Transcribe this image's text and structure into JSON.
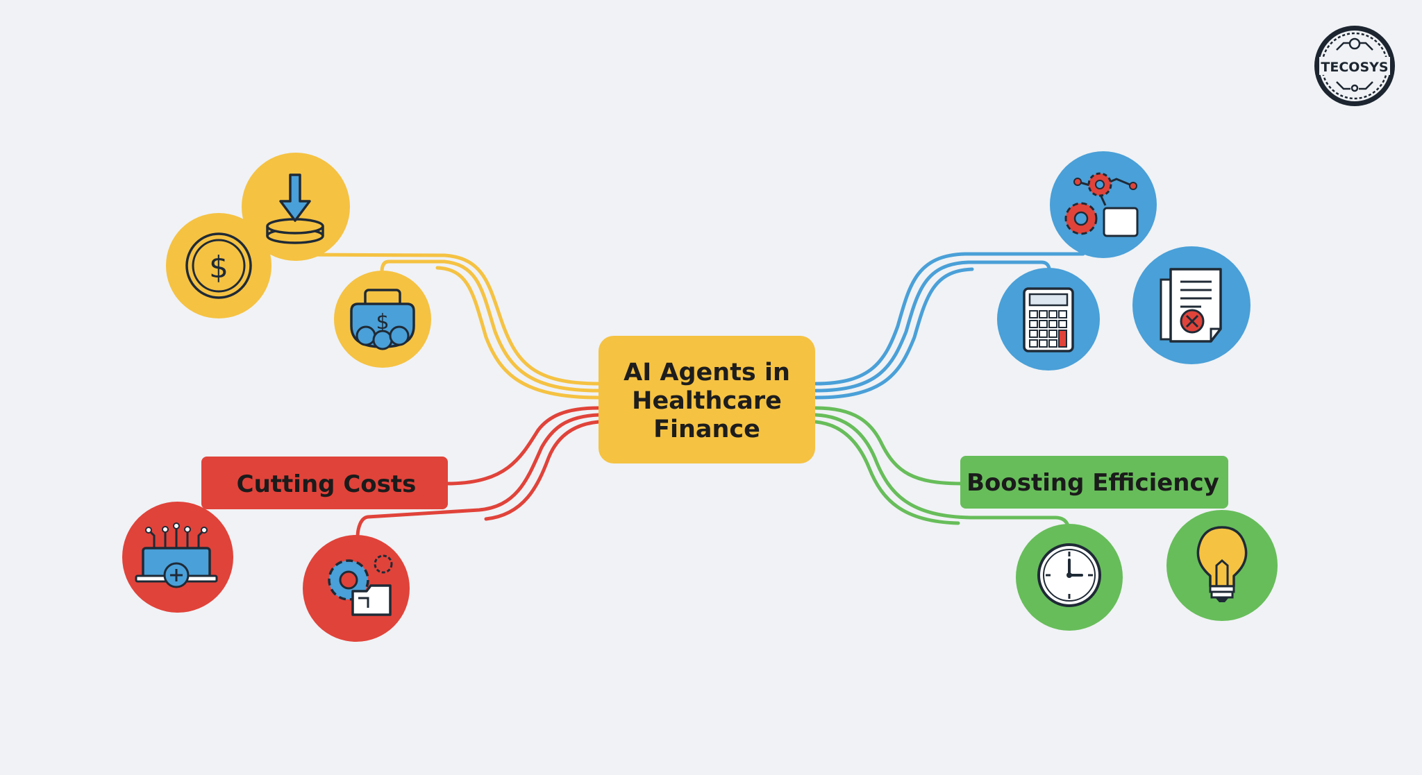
{
  "center": {
    "lines": [
      "AI Agents in",
      "Healthcare",
      "Finance"
    ]
  },
  "branches": {
    "cutting_costs": "Cutting Costs",
    "boosting_efficiency": "Boosting Efficiency"
  },
  "logo": {
    "text": "TECOSYS"
  },
  "colors": {
    "background": "#f0f2f5",
    "yellow": "#f5c242",
    "red": "#e0433a",
    "blue": "#4aa0d8",
    "green": "#67bd5a",
    "icon_line": "#1f2a36"
  },
  "icons": {
    "yellow": [
      "dollar-coin-icon",
      "coin-deposit-arrow-icon",
      "money-bag-icon"
    ],
    "blue": [
      "gears-network-icon",
      "calculator-icon",
      "document-error-icon"
    ],
    "red": [
      "circuit-add-icon",
      "gear-folder-icon"
    ],
    "green": [
      "clock-icon",
      "lightbulb-icon"
    ]
  }
}
